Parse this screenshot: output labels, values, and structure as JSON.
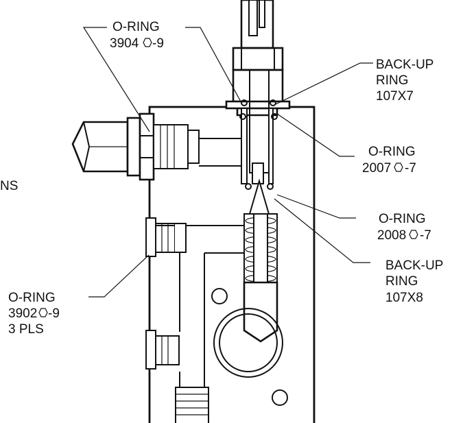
{
  "callouts": {
    "oring_3904": {
      "line1": "O-RING",
      "line2": "3904",
      "line2_suffix": "-9"
    },
    "backup_107x7": {
      "line1": "BACK-UP",
      "line2": "RING",
      "line3": "107X7"
    },
    "oring_2007": {
      "line1": "O-RING",
      "line2": "2007",
      "line2_suffix": "-7"
    },
    "oring_2008": {
      "line1": "O-RING",
      "line2": "2008",
      "line2_suffix": "-7"
    },
    "backup_107x8": {
      "line1": "BACK-UP",
      "line2": "RING",
      "line3": "107X8"
    },
    "oring_3902": {
      "line1": "O-RING",
      "line2": "3902",
      "line2_suffix": "-9",
      "line3": "3 PLS"
    },
    "clipped_left": {
      "text": "NS"
    }
  },
  "colors": {
    "ink": "#111111",
    "paper": "#ffffff"
  },
  "icons": {
    "hexagon": "hexagon-icon"
  }
}
